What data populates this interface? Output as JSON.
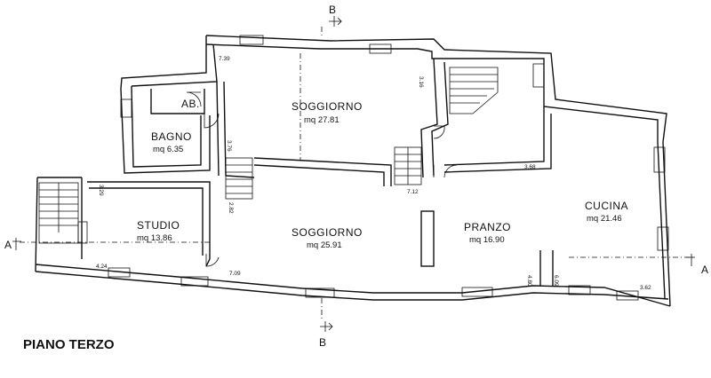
{
  "title": "PIANO TERZO",
  "rooms": {
    "soggiorno_upper": {
      "name": "SOGGIORNO",
      "area": "mq 27.81"
    },
    "ab": {
      "name": "AB."
    },
    "bagno": {
      "name": "BAGNO",
      "area": "mq 6.35"
    },
    "studio": {
      "name": "STUDIO",
      "area": "mq 13.86"
    },
    "soggiorno_lower": {
      "name": "SOGGIORNO",
      "area": "mq 25.91"
    },
    "pranzo": {
      "name": "PRANZO",
      "area": "mq 16.90"
    },
    "cucina": {
      "name": "CUCINA",
      "area": "mq 21.46"
    }
  },
  "dimensions": {
    "d1": "7.39",
    "d2": "3.16",
    "d3": "3.76",
    "d4": "3.29",
    "d5": "2.82",
    "d6": "7.12",
    "d7": "3.68",
    "d8": "4.24",
    "d9": "7.09",
    "d10": "4.80",
    "d11": "6.09",
    "d12": "3.62"
  },
  "section_marks": {
    "top": "B",
    "bottom": "B",
    "left": "A",
    "right": "A"
  }
}
